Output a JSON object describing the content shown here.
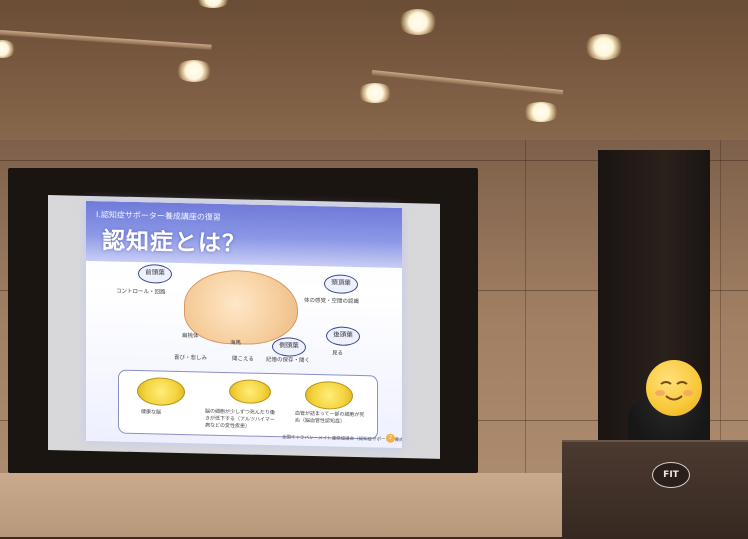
{
  "slide": {
    "subtitle": "Ⅰ.認知症サポーター養成講座の復習",
    "title": "認知症とは？",
    "lobes": {
      "frontal": "前頭葉",
      "parietal": "頭頂葉",
      "occipital": "後頭葉",
      "temporal": "側頭葉"
    },
    "labels": {
      "frontal_desc": "コントロール・回路",
      "parietal_desc": "体の感覚・空間の認識",
      "amygdala": "扁桃体",
      "hippocampus": "海馬",
      "emotion": "喜び・悲しみ",
      "hear": "聞こえる",
      "memory": "記憶の保存・聞く",
      "see": "見る"
    },
    "captions": {
      "healthy": "健康な脳",
      "alzheimer": "脳の細胞が少しずつ死んだり働きが低下する（アルツハイマー病などの変性疾患）",
      "vascular": "血管が詰まって一部の細胞が死ぬ（脳血管性認知症）"
    },
    "footer": "全国キャラバン・メイト連絡協議会（認知症サポーター養成講座標準教材）",
    "page_number": "2"
  },
  "podium": {
    "logo": "FIT"
  }
}
